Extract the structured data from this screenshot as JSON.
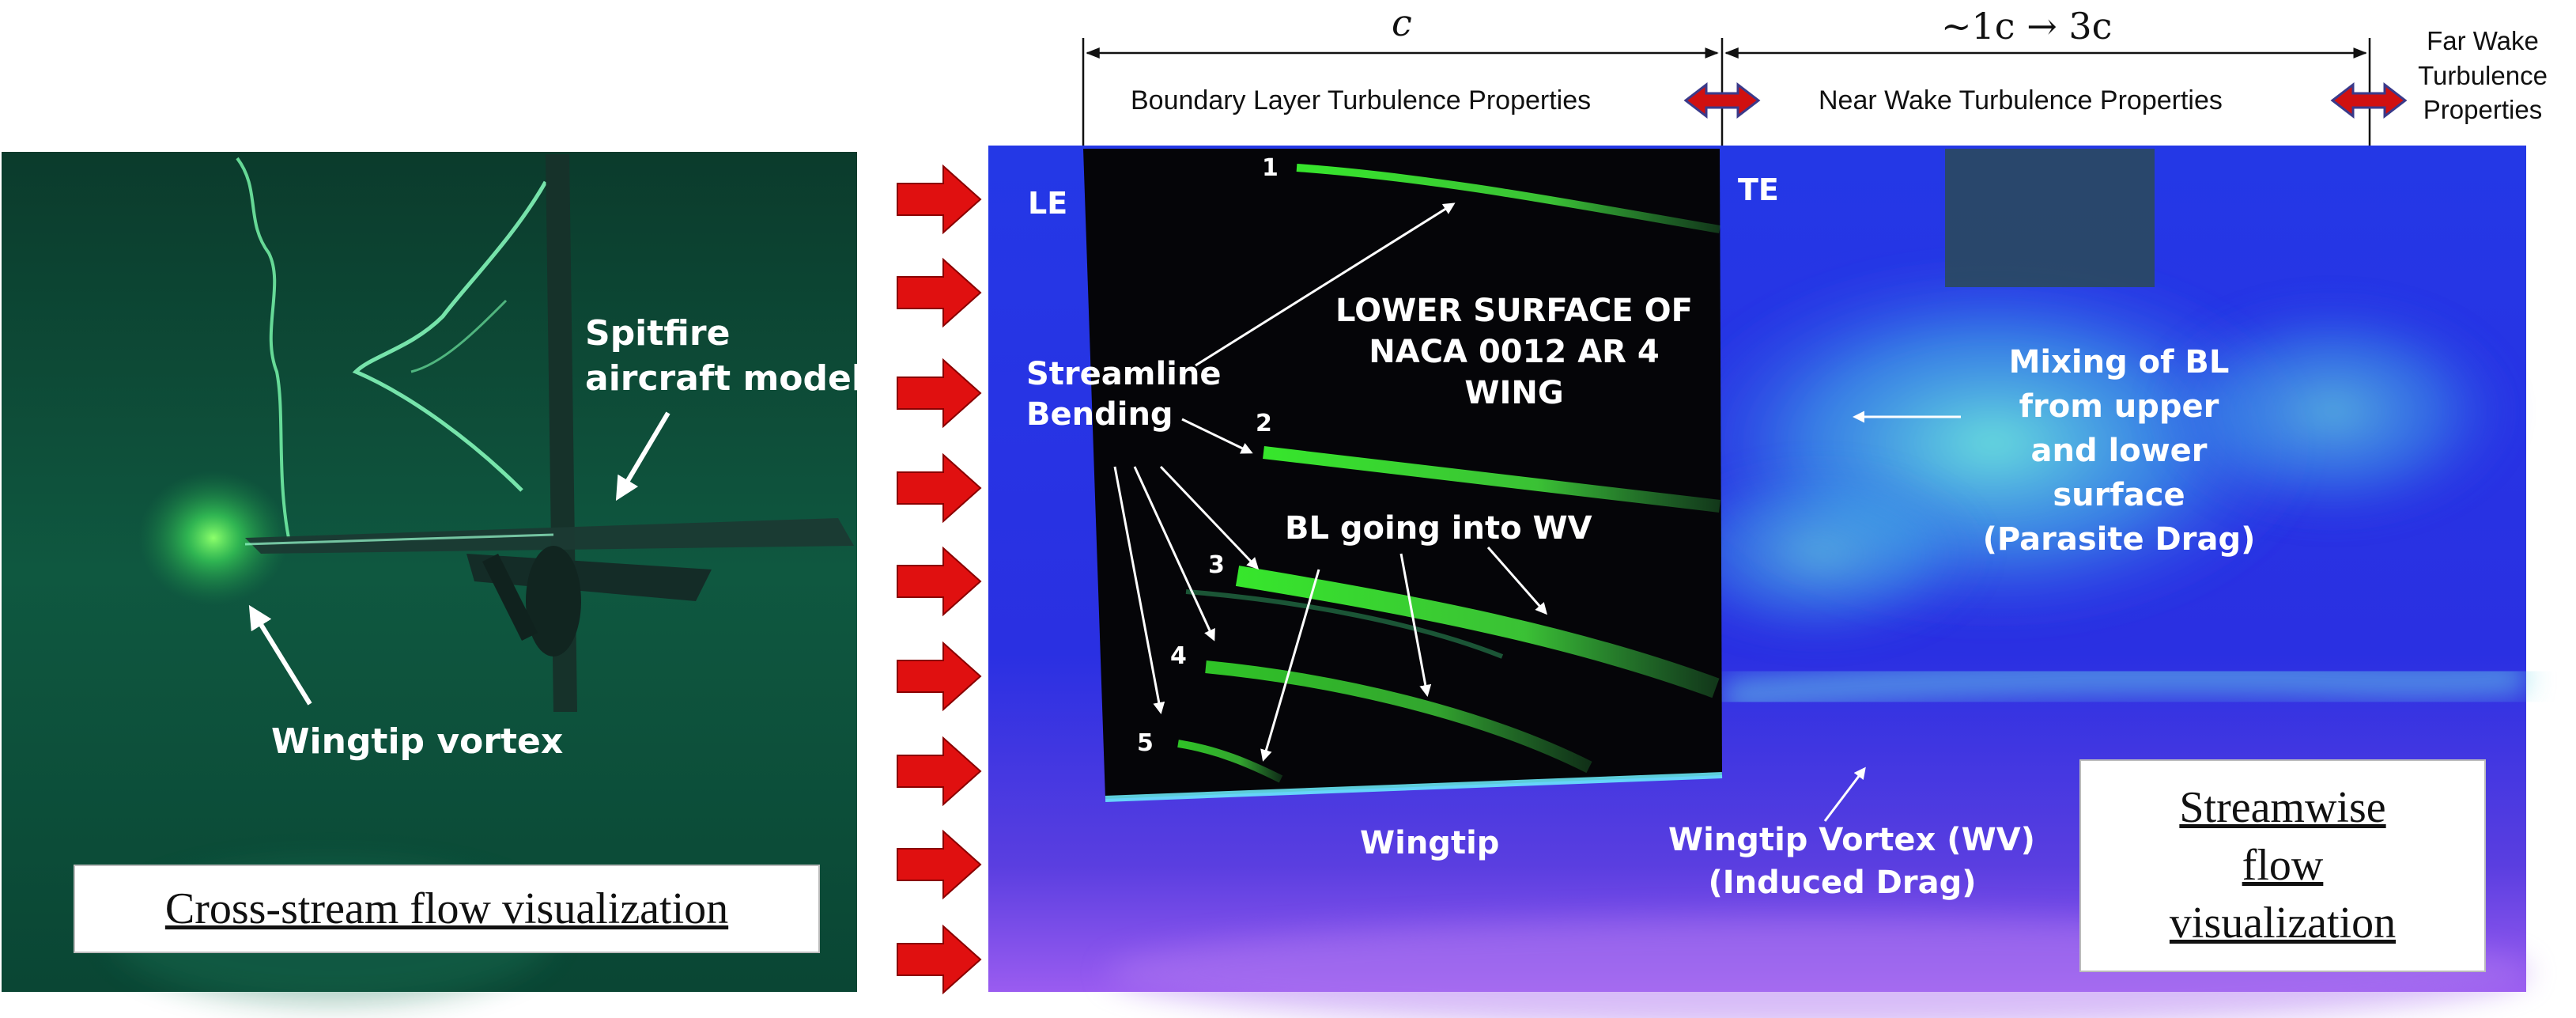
{
  "header": {
    "dim_chord": "c",
    "dim_wake": "~1c → 3c",
    "bl_properties": "Boundary Layer Turbulence Properties",
    "near_wake_properties": "Near Wake Turbulence Properties",
    "far_wake_properties": [
      "Far Wake",
      "Turbulence",
      "Properties"
    ]
  },
  "left_panel": {
    "model_label": [
      "Spitfire",
      "aircraft model"
    ],
    "vortex_label": "Wingtip vortex",
    "caption": "Cross-stream flow visualization"
  },
  "right_panel": {
    "le": "LE",
    "te": "TE",
    "wing_title": [
      "LOWER SURFACE OF",
      "NACA 0012 AR 4",
      "WING"
    ],
    "streamline_label": [
      "Streamline",
      "Bending"
    ],
    "bl_into_wv": "BL going into WV",
    "streamline_numbers": [
      "1",
      "2",
      "3",
      "4",
      "5"
    ],
    "mixing_label": [
      "Mixing of BL",
      "from upper",
      "and lower",
      "surface",
      "(Parasite Drag)"
    ],
    "wingtip": "Wingtip",
    "wv_label": [
      "Wingtip Vortex (WV)",
      "(Induced Drag)"
    ],
    "caption": [
      "Streamwise",
      "flow",
      "visualization"
    ]
  },
  "colors": {
    "flow_arrow": "#e01010",
    "left_bg": "#0c4a34",
    "laser_green": "#4dff3a",
    "tunnel_blue": "#1f2ee8",
    "mixing_cyan": "#5fe0e0"
  }
}
